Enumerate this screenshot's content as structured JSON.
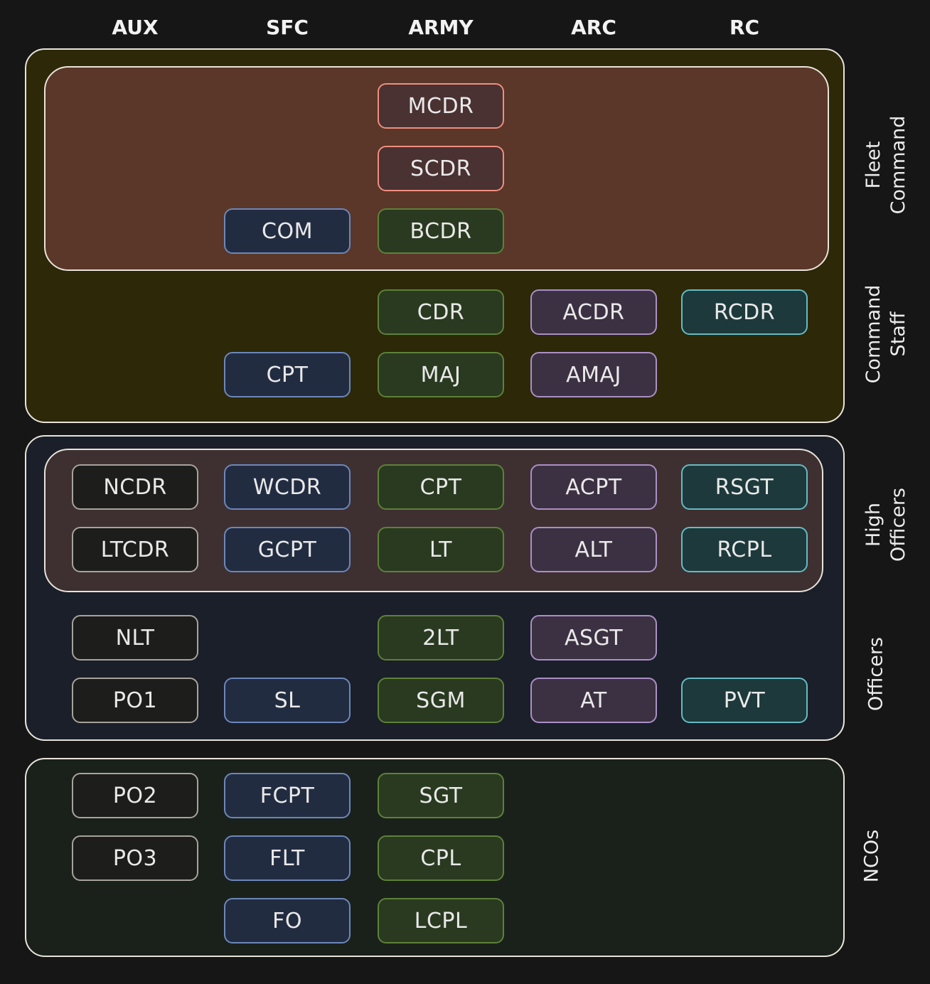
{
  "background_color": "#161616",
  "text_color": "#e9e9e9",
  "header_text_color": "#f2f2f2",
  "container_border_color": "#e8e3da",
  "columns": [
    "AUX",
    "SFC",
    "ARMY",
    "ARC",
    "RC"
  ],
  "box_palettes": {
    "AUX": {
      "fill": "#1d1d1b",
      "border": "#a7a39c"
    },
    "SFC": {
      "fill": "#222c41",
      "border": "#6d87bb"
    },
    "ARMY": {
      "fill": "#2a3a20",
      "border": "#5d8139"
    },
    "ARC": {
      "fill": "#3c3142",
      "border": "#ab8fc6"
    },
    "RC": {
      "fill": "#1d393b",
      "border": "#65bbc4"
    },
    "salmon": {
      "fill": "#4a3132",
      "border": "#ef8e80"
    }
  },
  "containers": {
    "command_staff_group": {
      "fill": "#2c2808"
    },
    "fleet_command_group": {
      "fill": "#5a3728"
    },
    "officers_group": {
      "fill": "#1a1f29"
    },
    "high_officers_group": {
      "fill": "#3e3031"
    },
    "ncos_group": {
      "fill": "#1a211b"
    }
  },
  "sections": [
    {
      "id": "fleet-command",
      "label": "Fleet Command",
      "display": "Fleet\nCommand",
      "rows": [
        [
          {
            "label": "MCDR",
            "column": "ARMY",
            "palette": "salmon"
          }
        ],
        [
          {
            "label": "SCDR",
            "column": "ARMY",
            "palette": "salmon"
          }
        ],
        [
          {
            "label": "COM",
            "column": "SFC"
          },
          {
            "label": "BCDR",
            "column": "ARMY"
          }
        ]
      ]
    },
    {
      "id": "command-staff",
      "label": "Command Staff",
      "display": "Command\nStaff",
      "rows": [
        [
          {
            "label": "CDR",
            "column": "ARMY"
          },
          {
            "label": "ACDR",
            "column": "ARC"
          },
          {
            "label": "RCDR",
            "column": "RC"
          }
        ],
        [
          {
            "label": "CPT",
            "column": "SFC"
          },
          {
            "label": "MAJ",
            "column": "ARMY"
          },
          {
            "label": "AMAJ",
            "column": "ARC"
          }
        ]
      ]
    },
    {
      "id": "high-officers",
      "label": "High Officers",
      "display": "High\nOfficers",
      "rows": [
        [
          {
            "label": "NCDR",
            "column": "AUX"
          },
          {
            "label": "WCDR",
            "column": "SFC"
          },
          {
            "label": "CPT",
            "column": "ARMY"
          },
          {
            "label": "ACPT",
            "column": "ARC"
          },
          {
            "label": "RSGT",
            "column": "RC"
          }
        ],
        [
          {
            "label": "LTCDR",
            "column": "AUX"
          },
          {
            "label": "GCPT",
            "column": "SFC"
          },
          {
            "label": "LT",
            "column": "ARMY"
          },
          {
            "label": "ALT",
            "column": "ARC"
          },
          {
            "label": "RCPL",
            "column": "RC"
          }
        ]
      ]
    },
    {
      "id": "officers",
      "label": "Officers",
      "display": "Officers",
      "rows": [
        [
          {
            "label": "NLT",
            "column": "AUX"
          },
          {
            "label": "2LT",
            "column": "ARMY"
          },
          {
            "label": "ASGT",
            "column": "ARC"
          }
        ],
        [
          {
            "label": "PO1",
            "column": "AUX"
          },
          {
            "label": "SL",
            "column": "SFC"
          },
          {
            "label": "SGM",
            "column": "ARMY"
          },
          {
            "label": "AT",
            "column": "ARC"
          },
          {
            "label": "PVT",
            "column": "RC"
          }
        ]
      ]
    },
    {
      "id": "ncos",
      "label": "NCOs",
      "display": "NCOs",
      "rows": [
        [
          {
            "label": "PO2",
            "column": "AUX"
          },
          {
            "label": "FCPT",
            "column": "SFC"
          },
          {
            "label": "SGT",
            "column": "ARMY"
          }
        ],
        [
          {
            "label": "PO3",
            "column": "AUX"
          },
          {
            "label": "FLT",
            "column": "SFC"
          },
          {
            "label": "CPL",
            "column": "ARMY"
          }
        ],
        [
          {
            "label": "FO",
            "column": "SFC"
          },
          {
            "label": "LCPL",
            "column": "ARMY"
          }
        ]
      ]
    }
  ]
}
